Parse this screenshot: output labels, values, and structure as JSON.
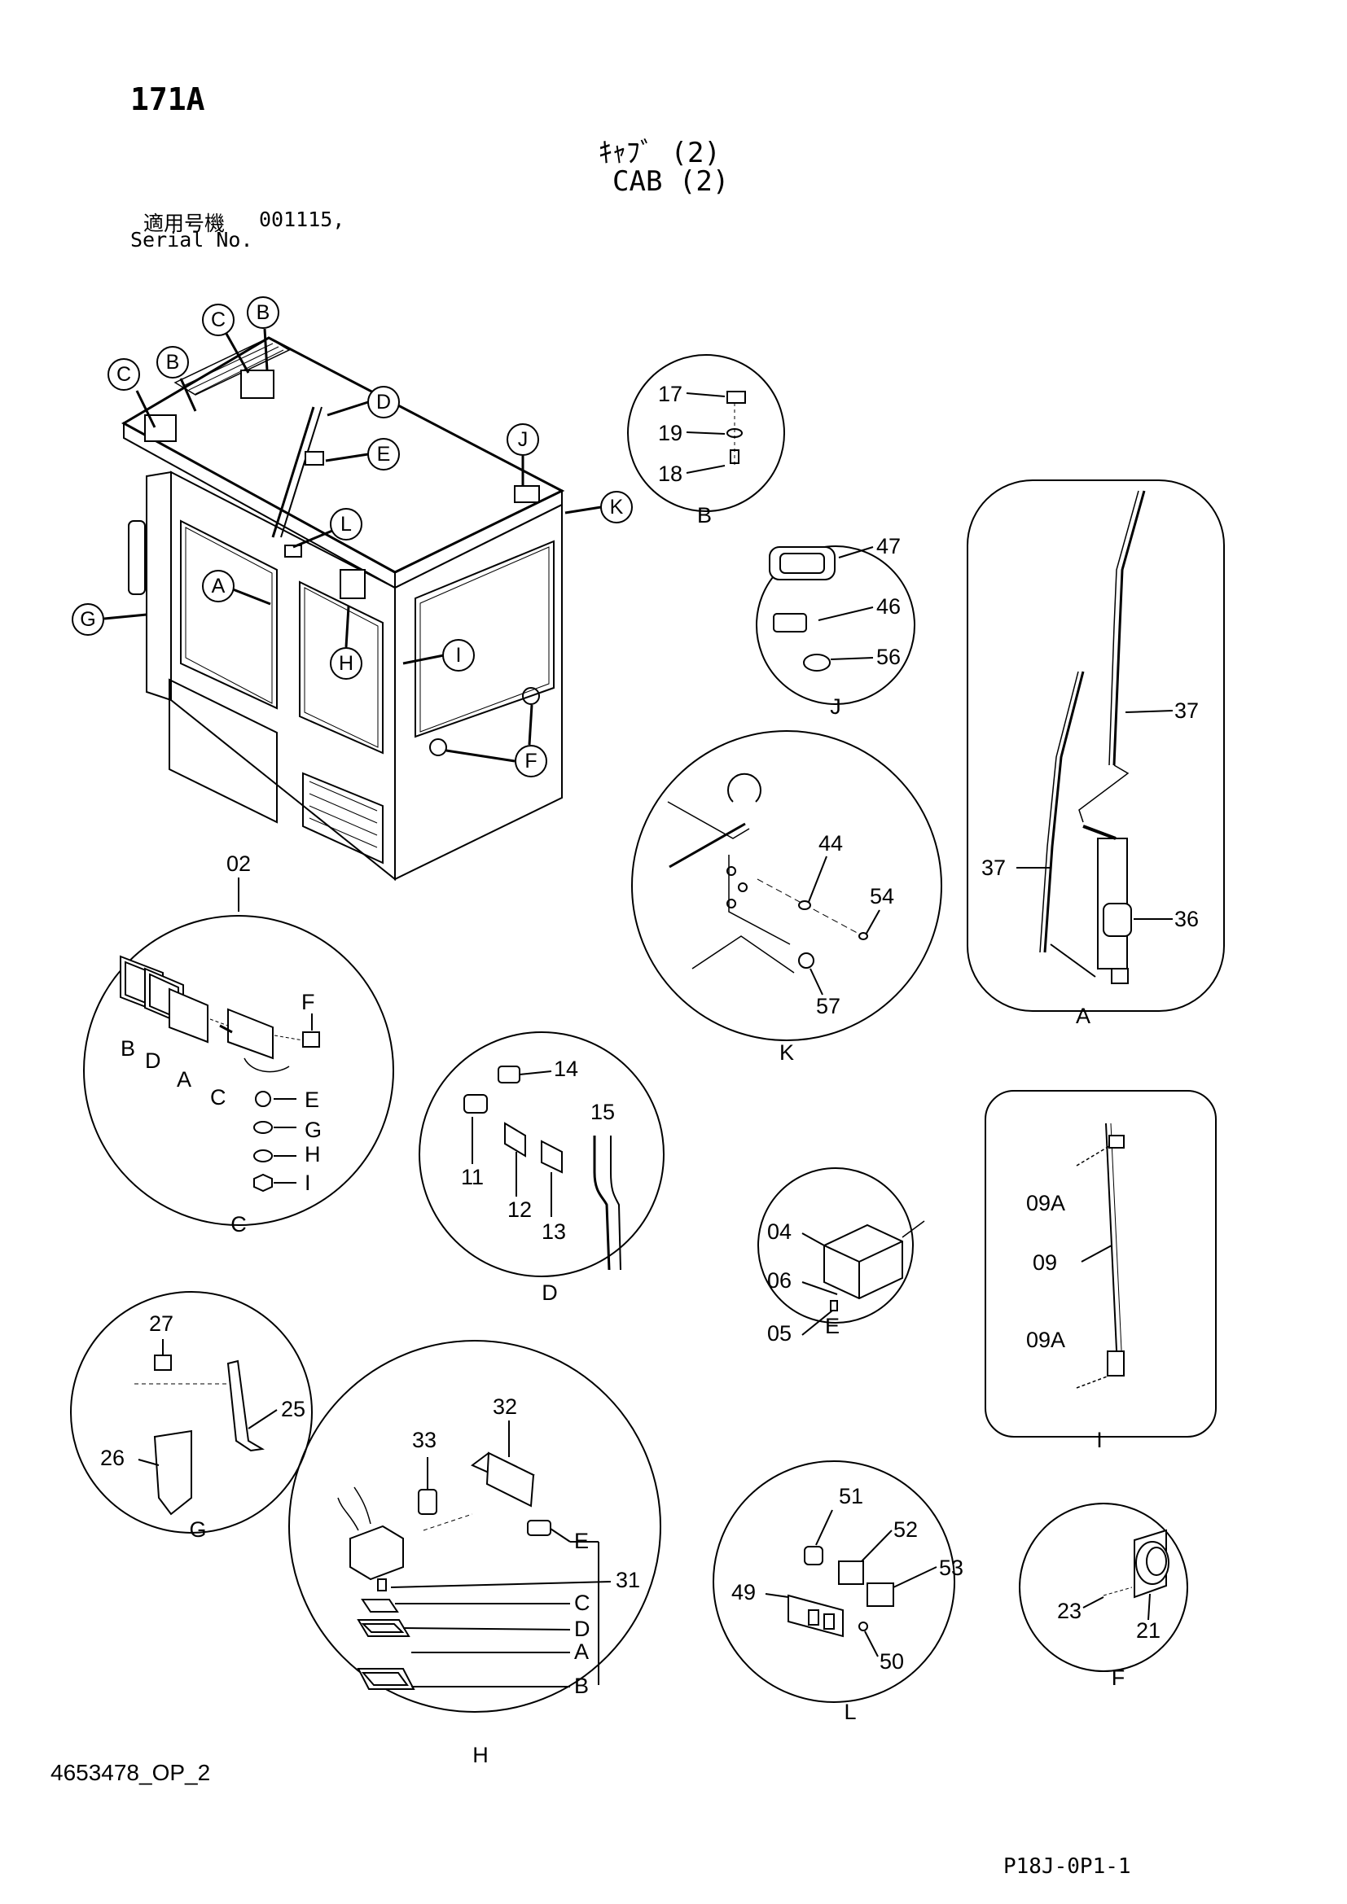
{
  "page": {
    "figure_no": "171A",
    "title_jp": "ｷｬﾌﾞ (2)",
    "title_en": "CAB (2)",
    "serial_label_jp": "適用号機",
    "serial_value": "001115,",
    "serial_label_en": "Serial No.",
    "doc_no": "4653478_OP_2",
    "page_ref": "P18J-0P1-1"
  },
  "main_callouts": [
    "C",
    "B",
    "C",
    "B",
    "D",
    "E",
    "J",
    "K",
    "L",
    "A",
    "G",
    "H",
    "I",
    "F"
  ],
  "details": {
    "B": {
      "name": "B",
      "parts": [
        "17",
        "19",
        "18"
      ]
    },
    "J": {
      "name": "J",
      "parts": [
        "47",
        "46",
        "56"
      ]
    },
    "A": {
      "name": "A",
      "parts": [
        "37",
        "37",
        "36"
      ]
    },
    "K": {
      "name": "K",
      "parts": [
        "44",
        "54",
        "57"
      ]
    },
    "C": {
      "name": "C",
      "header": "02",
      "parts": [
        "F",
        "B",
        "D",
        "A",
        "C",
        "E",
        "G",
        "H",
        "I"
      ]
    },
    "D": {
      "name": "D",
      "parts": [
        "14",
        "15",
        "11",
        "12",
        "13"
      ]
    },
    "E": {
      "name": "E",
      "parts": [
        "04",
        "06",
        "05"
      ]
    },
    "I": {
      "name": "I",
      "parts": [
        "09A",
        "09",
        "09A"
      ]
    },
    "G": {
      "name": "G",
      "parts": [
        "27",
        "25",
        "26"
      ]
    },
    "H": {
      "name": "H",
      "parts": [
        "32",
        "33",
        "E",
        "31",
        "C",
        "D",
        "A",
        "B"
      ]
    },
    "L": {
      "name": "L",
      "parts": [
        "51",
        "52",
        "53",
        "49",
        "50"
      ]
    },
    "F": {
      "name": "F",
      "parts": [
        "23",
        "21"
      ]
    }
  }
}
